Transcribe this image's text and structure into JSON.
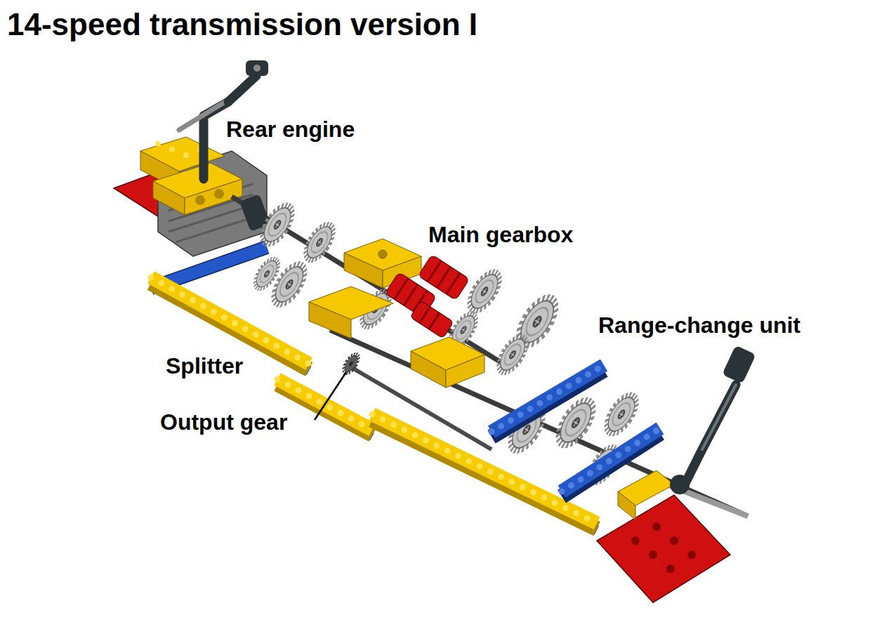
{
  "diagram": {
    "title": "14-speed transmission version I",
    "labels": [
      "Rear engine",
      "Main gearbox",
      "Range-change unit",
      "Splitter",
      "Output gear"
    ]
  }
}
